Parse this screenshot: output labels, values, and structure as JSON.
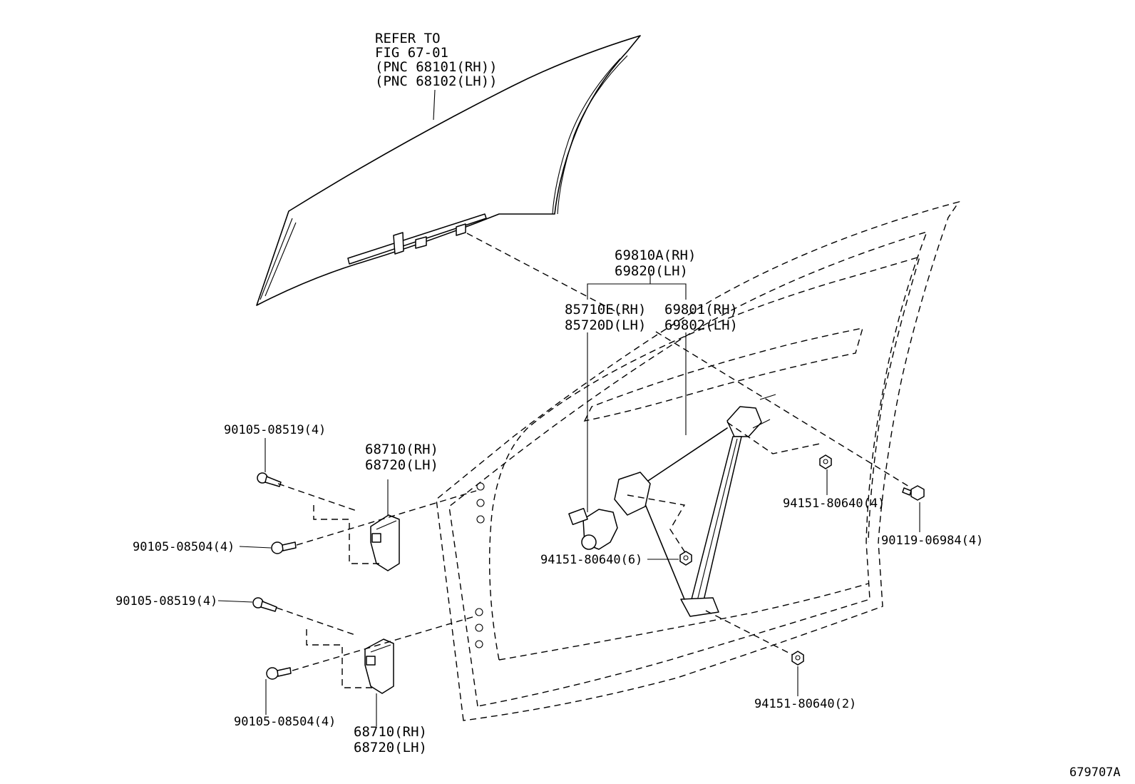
{
  "labels": {
    "glass_ref": {
      "l1": "REFER TO",
      "l2": "FIG 67-01",
      "l3": "(PNC 68101(RH))",
      "l4": "(PNC 68102(LH))"
    },
    "regulator_assy": {
      "rh": "69810A(RH)",
      "lh": "69820(LH)"
    },
    "motor": {
      "rh": "85710E(RH)",
      "lh": "85720D(LH)"
    },
    "regulator": {
      "rh": "69801(RH)",
      "lh": "69802(LH)"
    },
    "bolt_upper_1": "90105-08519(4)",
    "bolt_upper_2": "90105-08504(4)",
    "bolt_lower_1": "90105-08519(4)",
    "bolt_lower_2": "90105-08504(4)",
    "hinge_upper": {
      "rh": "68710(RH)",
      "lh": "68720(LH)"
    },
    "hinge_lower": {
      "rh": "68710(RH)",
      "lh": "68720(LH)"
    },
    "nut_6": "94151-80640(6)",
    "nut_4": "94151-80640(4)",
    "nut_2": "94151-80640(2)",
    "bolt_rear": "90119-06984(4)",
    "figure_id": "679707A"
  }
}
